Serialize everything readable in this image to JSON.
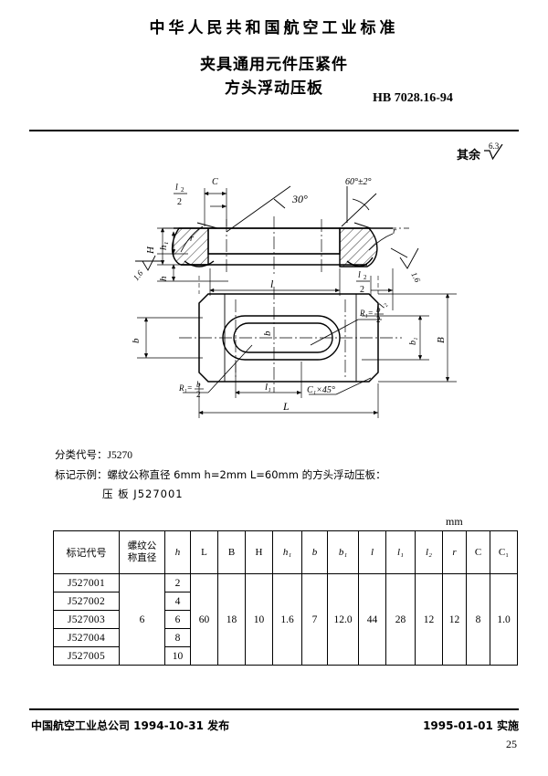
{
  "header": {
    "national_title": "中华人民共和国航空工业标准",
    "doc_title_line1": "夹具通用元件压紧件",
    "doc_title_line2": "方头浮动压板",
    "standard_number": "HB 7028.16-94",
    "surface_note_label": "其余",
    "surface_note_value": "6.3"
  },
  "drawing": {
    "section_labels": {
      "l2_over_2_top": "l₂",
      "l2_over_2_denom": "2",
      "chamfer_c": "C",
      "angle_30": "30°",
      "angle_60": "60°±2°",
      "height_H": "H",
      "height_h1": "h₁",
      "height_h": "h",
      "length_l": "l",
      "l2_bottom_num": "l₂",
      "l2_bottom_den": "2",
      "l2_right": "l₂",
      "radius_r_left": "r",
      "radius_r_right": "r",
      "rough_left": "1.6",
      "rough_right": "1.6"
    },
    "plan_labels": {
      "width_b": "b",
      "width_b1": "b₁",
      "width_B": "B",
      "slot_b": "b",
      "length_l1": "l₁",
      "length_L": "L",
      "radius_R1_left": "R₁=",
      "radius_R1_left_num": "b",
      "radius_R1_left_den": "2",
      "radius_R1_right": "R₁=",
      "radius_R1_right_num": "b",
      "radius_R1_right_den": "2",
      "chamfer_C1": "C₁×45°"
    }
  },
  "notes": {
    "class_code_label": "分类代号：",
    "class_code_value": "J5270",
    "mark_example_label": "标记示例：",
    "mark_example_text": "螺纹公称直径 6mm   h=2mm   L=60mm 的方头浮动压板：",
    "mark_example_line2": "压  板  J527001"
  },
  "table": {
    "unit": "mm",
    "headers": [
      "标记代号",
      "螺纹公称直径",
      "h",
      "L",
      "B",
      "H",
      "h₁",
      "b",
      "b₁",
      "l",
      "l₁",
      "l₂",
      "r",
      "C",
      "C₁"
    ],
    "header_cn2_line1": "螺纹公",
    "header_cn2_line2": "称直径",
    "codes": [
      "J527001",
      "J527002",
      "J527003",
      "J527004",
      "J527005"
    ],
    "h_values": [
      "2",
      "4",
      "6",
      "8",
      "10"
    ],
    "merged": {
      "thread_dia": "6",
      "L": "60",
      "B": "18",
      "H": "10",
      "h1": "1.6",
      "b": "7",
      "b1": "12.0",
      "l": "44",
      "l1": "28",
      "l2": "12",
      "r": "12",
      "C": "8",
      "C1": "1.0"
    }
  },
  "footer": {
    "publisher": "中国航空工业总公司 1994-10-31 发布",
    "effective": "1995-01-01 实施",
    "page_number": "25"
  }
}
